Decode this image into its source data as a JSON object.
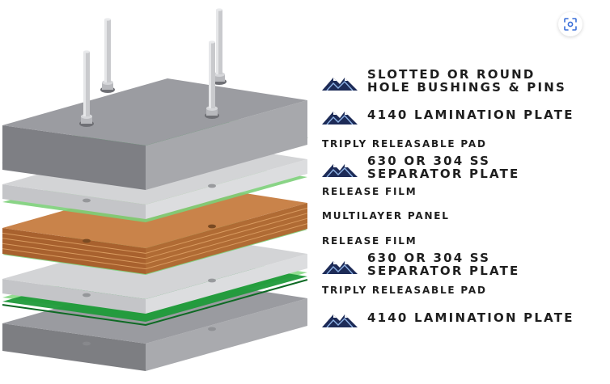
{
  "labels": [
    {
      "id": "bushings",
      "lines": [
        "Slotted or round",
        "hole bushings & pins"
      ],
      "size": "big",
      "logo": true
    },
    {
      "id": "lamination-top",
      "lines": [
        "4140 lamination plate"
      ],
      "size": "big",
      "logo": true
    },
    {
      "id": "pad-top",
      "lines": [
        "Triply releasable pad"
      ],
      "size": "small",
      "logo": false
    },
    {
      "id": "separator-top",
      "lines": [
        "630 or 304 SS",
        "separator plate"
      ],
      "size": "big",
      "logo": true
    },
    {
      "id": "film-top",
      "lines": [
        "Release film"
      ],
      "size": "small",
      "logo": false
    },
    {
      "id": "panel",
      "lines": [
        "Multilayer panel"
      ],
      "size": "small",
      "logo": false
    },
    {
      "id": "film-bottom",
      "lines": [
        "Release film"
      ],
      "size": "small",
      "logo": false
    },
    {
      "id": "separator-bottom",
      "lines": [
        "630 or 304 SS",
        "separator plate"
      ],
      "size": "big",
      "logo": true
    },
    {
      "id": "pad-bottom",
      "lines": [
        "Triply releasable pad"
      ],
      "size": "small",
      "logo": false
    },
    {
      "id": "lamination-bottom",
      "lines": [
        "4140 lamination plate"
      ],
      "size": "big",
      "logo": true
    }
  ],
  "icons": {
    "logo": "mountain-logo-icon",
    "lens": "visual-search-icon"
  },
  "colors": {
    "steel": "#8e8f93",
    "separator": "#d3d4d6",
    "pad_green": "#1f9a3a",
    "film_green": "#7ccf79",
    "panel_copper": "#c9834a",
    "logo_navy": "#1d2b57",
    "text": "#1e1e1e"
  }
}
